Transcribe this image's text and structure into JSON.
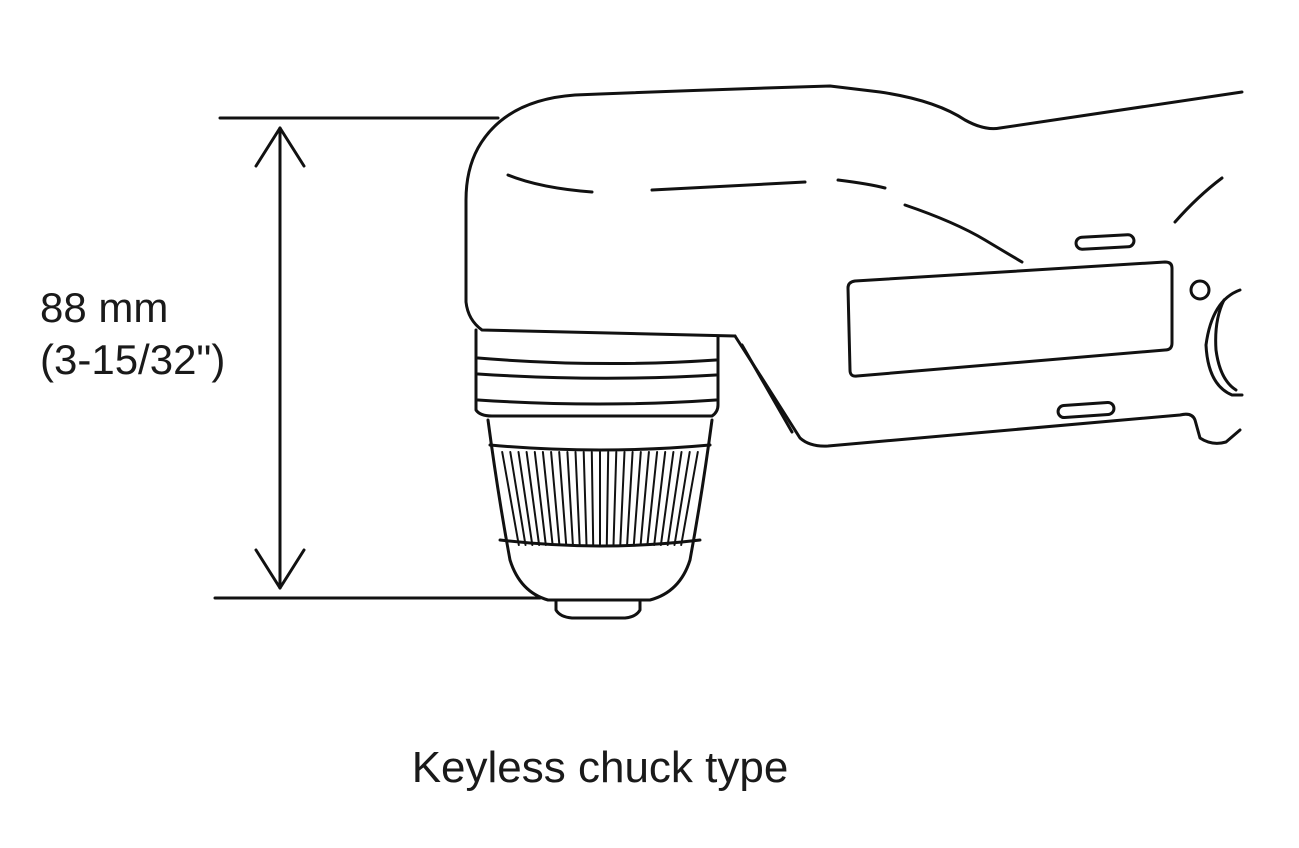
{
  "dimension": {
    "metric": "88 mm",
    "imperial": "(3-15/32\")"
  },
  "caption": "Keyless chuck type",
  "colors": {
    "line": "#111111",
    "background": "#ffffff"
  }
}
